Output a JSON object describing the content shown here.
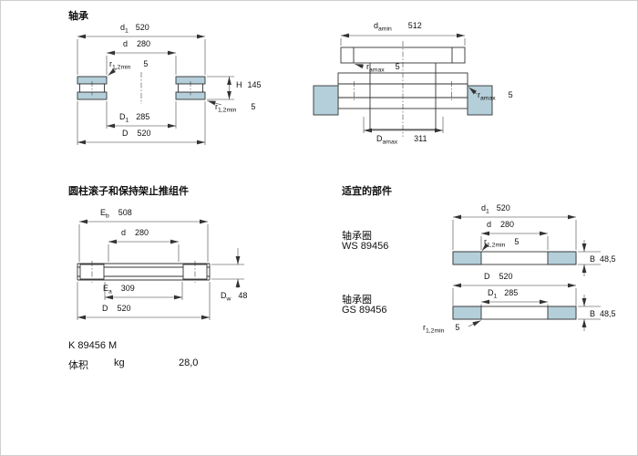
{
  "colors": {
    "section_fill": "#b5cfda",
    "line": "#333333"
  },
  "bearing": {
    "title": "轴承",
    "dims": {
      "d1": {
        "base": "d",
        "sub": "1",
        "value": "520"
      },
      "d": {
        "base": "d",
        "value": "280"
      },
      "r12_top": {
        "base": "r",
        "sub": "1,2min",
        "value": "5"
      },
      "H": {
        "base": "H",
        "value": "145"
      },
      "r12_right": {
        "base": "r",
        "sub": "1,2min",
        "value": "5"
      },
      "D1": {
        "base": "D",
        "sub": "1",
        "value": "285"
      },
      "D": {
        "base": "D",
        "value": "520"
      }
    }
  },
  "abutment": {
    "dims": {
      "da_min": {
        "base": "d",
        "sub": "amin",
        "value": "512"
      },
      "ra_top": {
        "base": "r",
        "sub": "amax",
        "value": "5"
      },
      "ra_right": {
        "base": "r",
        "sub": "amax",
        "value": "5"
      },
      "Da_max": {
        "base": "D",
        "sub": "amax",
        "value": "311"
      }
    }
  },
  "assembly": {
    "title": "圆柱滚子和保持架止推组件",
    "dims": {
      "Eb": {
        "base": "E",
        "sub": "b",
        "value": "508"
      },
      "d": {
        "base": "d",
        "value": "280"
      },
      "Dw": {
        "base": "D",
        "sub": "w",
        "value": "48"
      },
      "Ea": {
        "base": "E",
        "sub": "a",
        "value": "309"
      },
      "D": {
        "base": "D",
        "value": "520"
      }
    },
    "designation": "K 89456 M",
    "mass": {
      "label": "体积",
      "unit": "kg",
      "value": "28,0"
    }
  },
  "components": {
    "title": "适宜的部件",
    "ws": {
      "type_label": "轴承圈",
      "designation": "WS 89456",
      "dims": {
        "d1": {
          "base": "d",
          "sub": "1",
          "value": "520"
        },
        "d": {
          "base": "d",
          "value": "280"
        },
        "r12": {
          "base": "r",
          "sub": "1,2min",
          "value": "5"
        },
        "B": {
          "base": "B",
          "value": "48,5"
        }
      }
    },
    "gs": {
      "type_label": "轴承圈",
      "designation": "GS 89456",
      "dims": {
        "D": {
          "base": "D",
          "value": "520"
        },
        "D1": {
          "base": "D",
          "sub": "1",
          "value": "285"
        },
        "B": {
          "base": "B",
          "value": "48,5"
        },
        "r12": {
          "base": "r",
          "sub": "1,2min",
          "value": "5"
        }
      }
    }
  }
}
